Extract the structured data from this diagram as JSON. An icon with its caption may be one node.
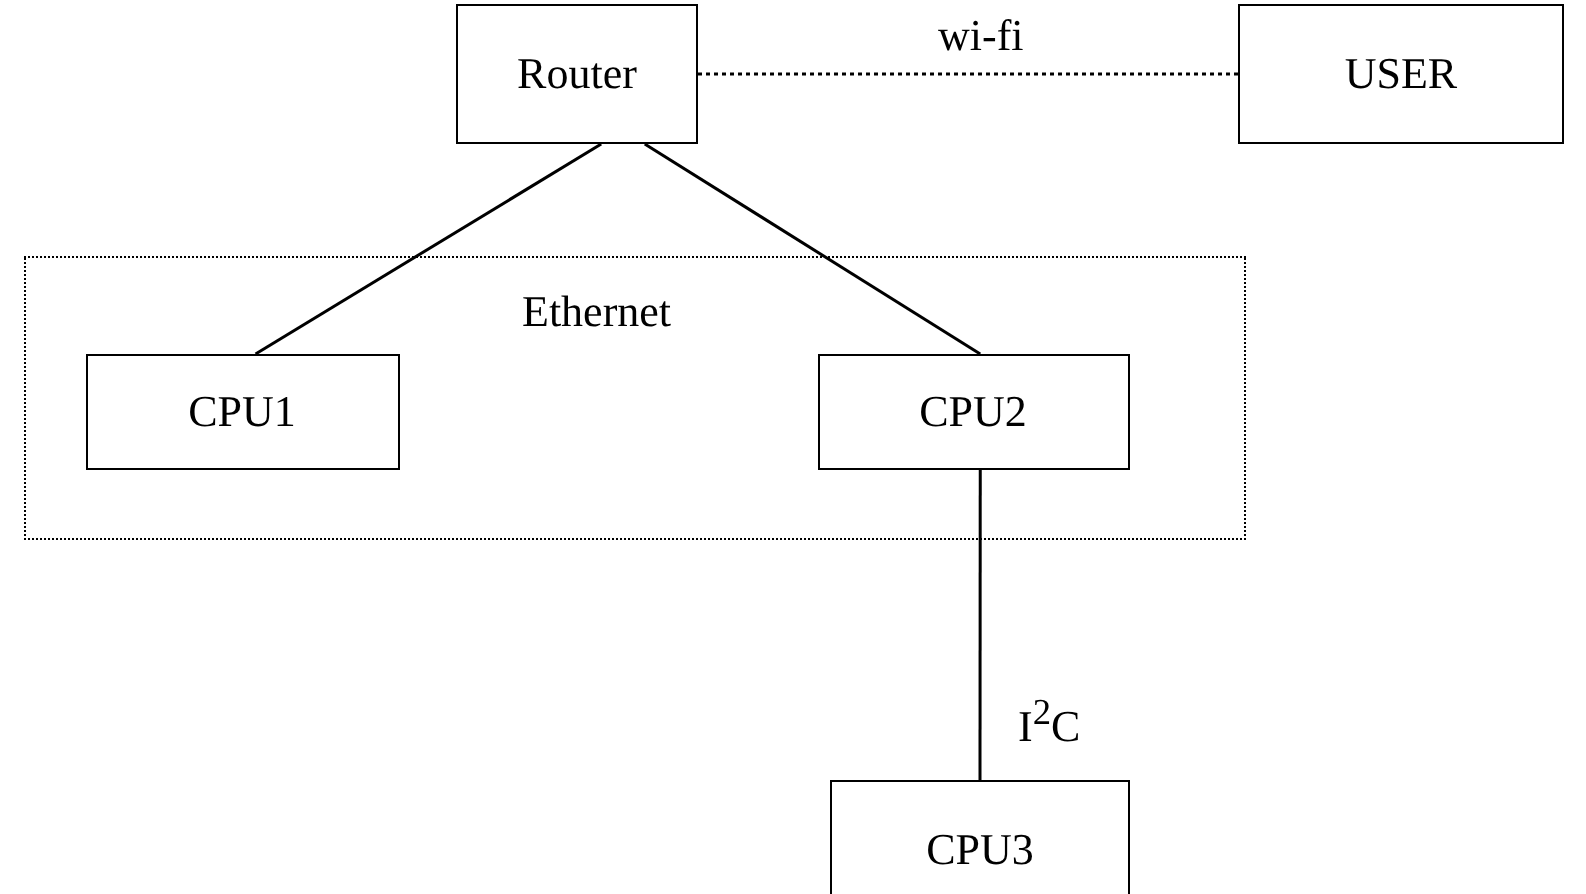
{
  "diagram": {
    "nodes": [
      {
        "text": [
          "Router"
        ]
      },
      {
        "text": [
          "USER"
        ]
      },
      {
        "text": [
          "Ethernet"
        ]
      },
      {
        "text": [
          "CPU1"
        ],
        "in": 2
      },
      {
        "text": [
          "CPU2"
        ],
        "in": 2
      },
      {
        "text": [
          "CPU3"
        ]
      }
    ],
    "edges": [
      {
        "from": 0,
        "to": 1,
        "arrow": "none",
        "label": "wi-fi",
        "style": "dashed"
      },
      {
        "from": 0,
        "to": 3,
        "arrow": "none"
      },
      {
        "from": 0,
        "to": 4,
        "arrow": "none"
      },
      {
        "from": 4,
        "to": 5,
        "arrow": "none",
        "label": "I$^{2}$C"
      }
    ]
  }
}
